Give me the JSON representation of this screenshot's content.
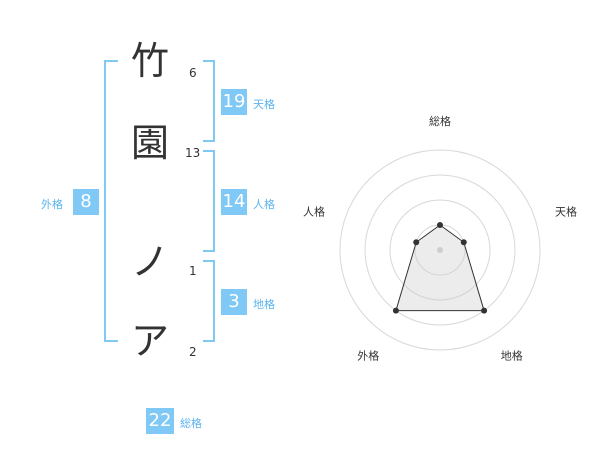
{
  "name": {
    "characters": [
      {
        "char": "竹",
        "strokes": "6"
      },
      {
        "char": "園",
        "strokes": "13"
      },
      {
        "char": "ノ",
        "strokes": "1"
      },
      {
        "char": "ア",
        "strokes": "2"
      }
    ]
  },
  "fortunes": {
    "tenkaku": {
      "value": "19",
      "label": "天格"
    },
    "jinkaku": {
      "value": "14",
      "label": "人格"
    },
    "chikaku": {
      "value": "3",
      "label": "地格"
    },
    "gaikaku": {
      "value": "8",
      "label": "外格"
    },
    "soukaku": {
      "value": "22",
      "label": "総格"
    }
  },
  "radar": {
    "axes": [
      "総格",
      "天格",
      "地格",
      "外格",
      "人格"
    ],
    "levels": 4,
    "scores": [
      1,
      1,
      3,
      3,
      1
    ],
    "max": 4
  }
}
